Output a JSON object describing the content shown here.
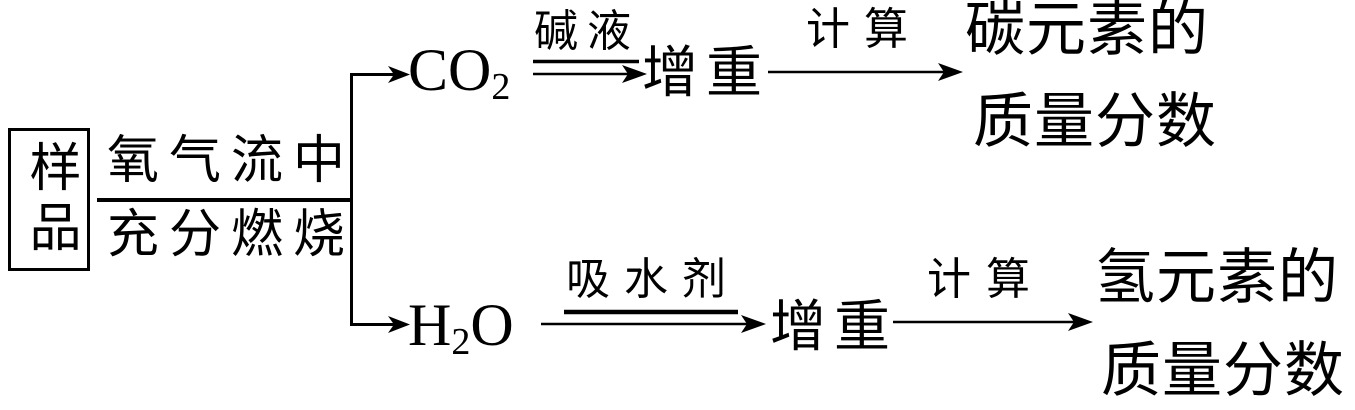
{
  "diagram": {
    "title_semantic": "combustion-analysis-flow",
    "colors": {
      "ink": "#000000",
      "background": "#ffffff"
    },
    "sample": {
      "label": "样品"
    },
    "condition": {
      "numerator": "氧气流中",
      "denominator": "充分燃烧"
    },
    "top_branch": {
      "formula_base": "CO",
      "formula_subscript": "2",
      "formula_tail": "",
      "reagent_label": "碱液",
      "gain_label": "增重",
      "process_label": "计算",
      "result_line1": "碳元素的",
      "result_line2": "质量分数"
    },
    "bottom_branch": {
      "formula_base": "H",
      "formula_subscript": "2",
      "formula_tail": "O",
      "reagent_label": "吸水剂",
      "gain_label": "增重",
      "process_label": "计算",
      "result_line1": "氢元素的",
      "result_line2": "质量分数"
    }
  }
}
